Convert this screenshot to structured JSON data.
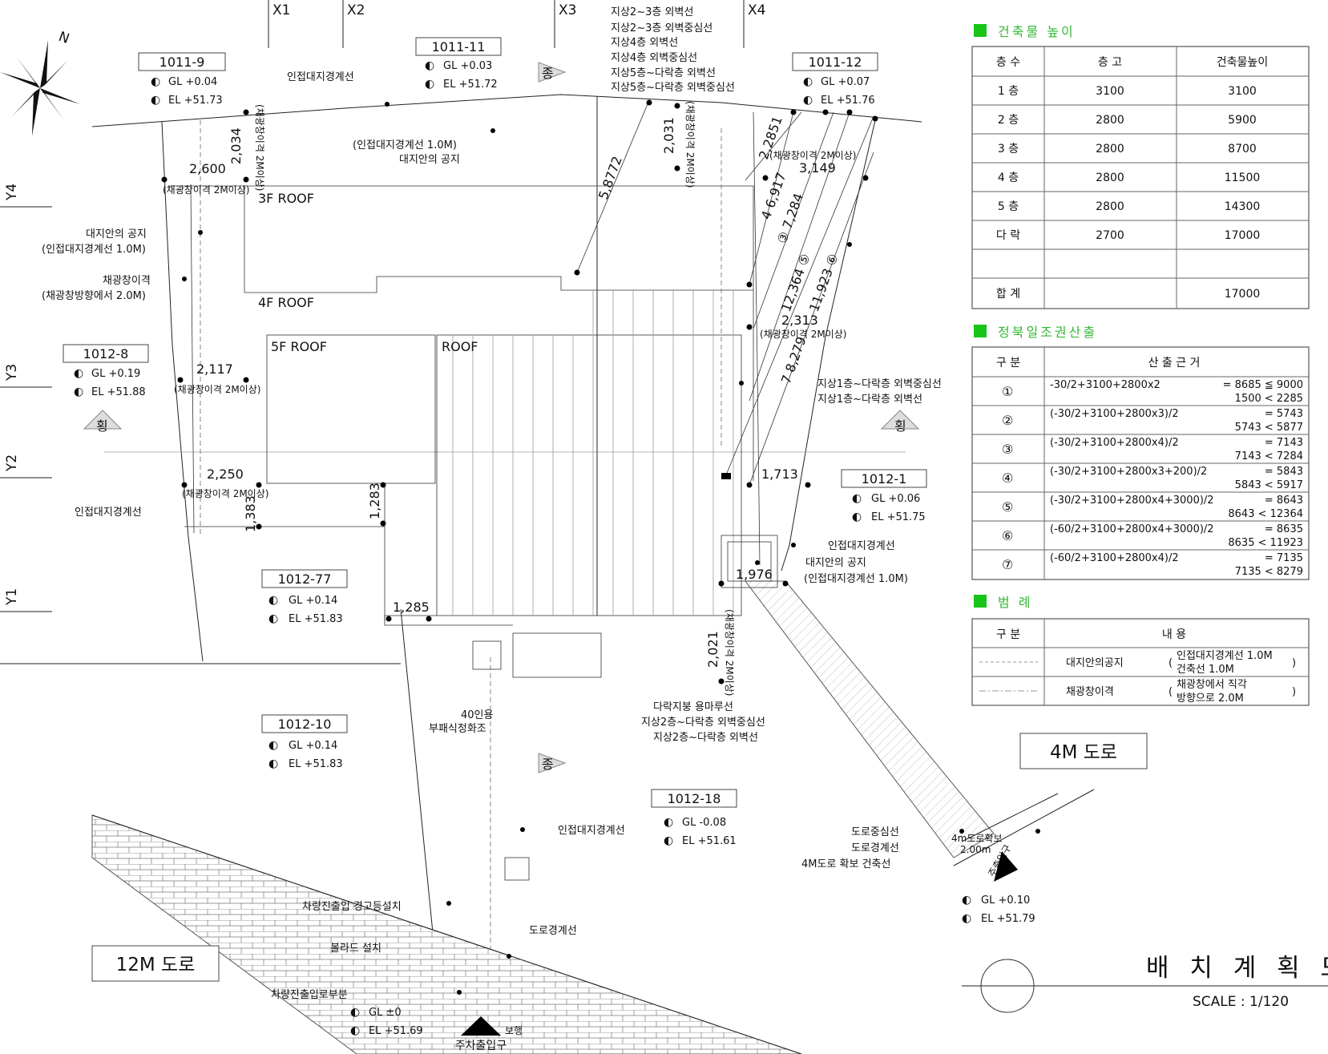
{
  "title": "배 치 계 획 도",
  "scale": "SCALE : 1/120",
  "north": "N",
  "grid": {
    "x": [
      "X1",
      "X2",
      "X3",
      "X4"
    ],
    "y": [
      "Y4",
      "Y3",
      "Y2",
      "Y1"
    ]
  },
  "roads": {
    "main": "12M 도로",
    "side": "4M 도로"
  },
  "lots": [
    {
      "id": "1011-9",
      "gl": "GL +0.04",
      "el": "EL +51.73"
    },
    {
      "id": "1011-11",
      "gl": "GL +0.03",
      "el": "EL +51.72"
    },
    {
      "id": "1011-12",
      "gl": "GL +0.07",
      "el": "EL +51.76"
    },
    {
      "id": "1012-8",
      "gl": "GL +0.19",
      "el": "EL +51.88"
    },
    {
      "id": "1012-1",
      "gl": "GL +0.06",
      "el": "EL +51.75"
    },
    {
      "id": "1012-77",
      "gl": "GL +0.14",
      "el": "EL +51.83"
    },
    {
      "id": "1012-10",
      "gl": "GL +0.14",
      "el": "EL +51.83"
    },
    {
      "id": "1012-18",
      "gl": "GL -0.08",
      "el": "EL +51.61"
    }
  ],
  "entrance_levels": {
    "main": {
      "gl": "GL ±0",
      "el": "EL +51.69"
    },
    "side": {
      "gl": "GL +0.10",
      "el": "EL +51.79"
    }
  },
  "roofs": [
    "3F ROOF",
    "4F ROOF",
    "5F ROOF",
    "ROOF"
  ],
  "section_marks": {
    "long": "종",
    "cross": "횡"
  },
  "dimensions": [
    "2,600",
    "2,034",
    "2,031",
    "5,8772",
    "2,2851",
    "3,149",
    "4 6,917",
    "③ 7,284",
    "12,364 ⑤",
    "11,923 ⑥",
    "2,313",
    "7 8,279",
    "2,117",
    "2,250",
    "1,383",
    "1,283",
    "1,285",
    "1,713",
    "1,976",
    "2,021"
  ],
  "notes": {
    "x3_leaders": [
      "지상2~3층 외벽선",
      "지상2~3층 외벽중심선",
      "지상4층 외벽선",
      "지상4층 외벽중심선",
      "지상5층~다락층 외벽선",
      "지상5층~다락층 외벽중심선"
    ],
    "n_boundary": "인접대지경계선",
    "inner_space": "(인접대지경계선 1.0M)",
    "inner_space2": "대지안의 공지",
    "lt_note1": "대지안의 공지",
    "lt_note1b": "(인접대지경계선 1.0M)",
    "lt_note2": "채광창이격",
    "lt_note2b": "(채광창방향에서 2.0M)",
    "light_gap": "(채광창이격 2M이상)",
    "light_gap_v": "(채광창이격 2M이상)",
    "r_wall1": "지상1층~다락층 외벽중심선",
    "r_wall2": "지상1층~다락층 외벽선",
    "l_boundary": "인접대지경계선",
    "r_boundary": "인접대지경계선",
    "r_space": "대지안의 공지",
    "r_space2": "(인접대지경계선 1.0M)",
    "septic1": "40인용",
    "septic2": "부패식정화조",
    "b_leader1": "다락지붕 용마루선",
    "b_leader2": "지상2층~다락층 외벽중심선",
    "b_leader3": "지상2층~다락층 외벽선",
    "b_boundary": "인접대지경계선",
    "road_center": "도로중심선",
    "road_boundary": "도로경계선",
    "road_setback": "4M도로 확보 건축선",
    "road_width": "4m도로확보",
    "road_width2": "2.00m",
    "warn_light": "차량진출입 경고등설치",
    "bollard": "볼라드 설치",
    "car_ramp": "차량진출입로부분",
    "road_line": "도로경계선",
    "parking_entry": "주차출입구",
    "entry_side": "주출입구",
    "pedestrian": "보행"
  },
  "height_table": {
    "heading": "건축물 높이",
    "headers": [
      "층 수",
      "층 고",
      "건축물높이"
    ],
    "rows": [
      [
        "1 층",
        "3100",
        "3100"
      ],
      [
        "2 층",
        "2800",
        "5900"
      ],
      [
        "3 층",
        "2800",
        "8700"
      ],
      [
        "4 층",
        "2800",
        "11500"
      ],
      [
        "5 층",
        "2800",
        "14300"
      ],
      [
        "다 락",
        "2700",
        "17000"
      ],
      [
        "",
        "",
        ""
      ],
      [
        "합 계",
        "",
        "17000"
      ]
    ]
  },
  "sunlight_table": {
    "heading": "정북일조권산출",
    "headers": [
      "구 분",
      "산 출 근 거"
    ],
    "rows": [
      {
        "no": "①",
        "formula": "-30/2+3100+2800x2",
        "r1": "=  8685 ≦ 9000",
        "r2": "1500 < 2285"
      },
      {
        "no": "②",
        "formula": "(-30/2+3100+2800x3)/2",
        "r1": "=  5743",
        "r2": "5743 < 5877"
      },
      {
        "no": "③",
        "formula": "(-30/2+3100+2800x4)/2",
        "r1": "=  7143",
        "r2": "7143 < 7284"
      },
      {
        "no": "④",
        "formula": "(-30/2+3100+2800x3+200)/2",
        "r1": "=  5843",
        "r2": "5843 < 5917"
      },
      {
        "no": "⑤",
        "formula": "(-30/2+3100+2800x4+3000)/2",
        "r1": "=  8643",
        "r2": "8643 < 12364"
      },
      {
        "no": "⑥",
        "formula": "(-60/2+3100+2800x4+3000)/2",
        "r1": "=  8635",
        "r2": "8635 < 11923"
      },
      {
        "no": "⑦",
        "formula": "(-60/2+3100+2800x4)/2",
        "r1": "=  7135",
        "r2": "7135 < 8279"
      }
    ]
  },
  "legend_table": {
    "heading": "범 례",
    "headers": [
      "구 분",
      "내 용"
    ],
    "rows": [
      {
        "name": "대지안의공지",
        "desc1": "인접대지경계선 1.0M",
        "desc2": "건축선 1.0M"
      },
      {
        "name": "채광창이격",
        "desc1": "채광창에서 직각",
        "desc2": "방향으로 2.0M"
      }
    ]
  }
}
